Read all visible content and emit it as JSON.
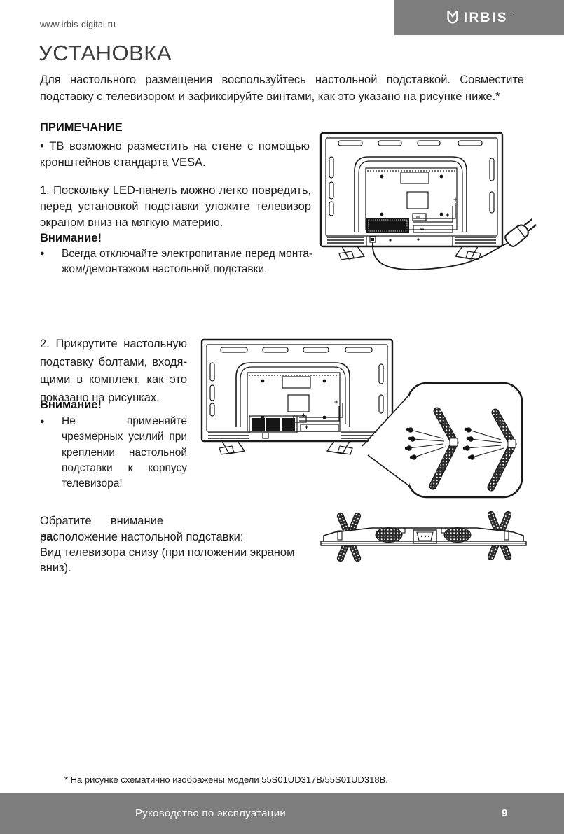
{
  "header": {
    "site_url": "www.irbis-digital.ru",
    "brand": "IRBIS",
    "brand_dot": "·"
  },
  "title": "УСТАНОВКА",
  "intro": "Для настольного размещения воспользуйтесь настольной подставкой. Совместите подставку с телевизором и зафиксируйте винтами, как это указано на рисунке ниже.*",
  "note": {
    "heading": "ПРИМЕЧАНИЕ",
    "item": "• ТВ возможно разместить на стене с помощью кронштейнов стандарта VESA."
  },
  "step1": {
    "text": "1. Поскольку LED-панель можно легко повре­дить, перед установкой подставки уложите те­левизор экраном вниз на мягкую материю.",
    "warning": {
      "heading": "Внимание!",
      "bullet_glyph": "●",
      "item": "Всегда отключайте электропитание перед монта­жом/демонтажом настольной подставки."
    }
  },
  "step2": {
    "text": "2. Прикрутите настольную подставку болтами, входя­щими в комплект, как это показано на рисунках.",
    "warning": {
      "heading": "Внимание!",
      "bullet_glyph": "●",
      "item": "Не применяйте чрезмер­ных усилий при крепле­нии настольной подстав­ки к корпусу телевизора!"
    }
  },
  "step3": {
    "line1": "Обратите внимание на",
    "rest": "расположение настольной подставки:\nВид телевизора снизу (при положении экраном\nвниз)."
  },
  "footnote": "* На рисунке схематично изображены модели 55S01UD317B/55S01UD318B.",
  "footer": {
    "label": "Руководство по эксплуатации",
    "page_number": "9"
  },
  "colors": {
    "bar_gray": "#7d7d7d",
    "ink": "#1a1a1a"
  }
}
